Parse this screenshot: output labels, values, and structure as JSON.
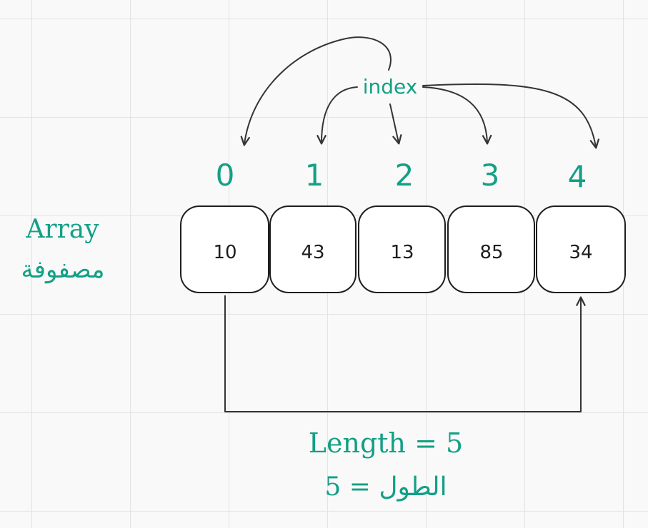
{
  "labels": {
    "array_en": "Array",
    "array_ar": "مصفوفة",
    "index": "index",
    "length_en": "Length = 5",
    "length_ar": "الطول = 5"
  },
  "cells": [
    {
      "index": "0",
      "value": "10"
    },
    {
      "index": "1",
      "value": "43"
    },
    {
      "index": "2",
      "value": "13"
    },
    {
      "index": "3",
      "value": "85"
    },
    {
      "index": "4",
      "value": "34"
    }
  ],
  "colors": {
    "accent": "#13a085",
    "stroke": "#1e1e1e",
    "arrow": "#343434",
    "cell_fill": "#ffffff",
    "background": "#f9f9f9",
    "grid": "#e3e3e3"
  }
}
